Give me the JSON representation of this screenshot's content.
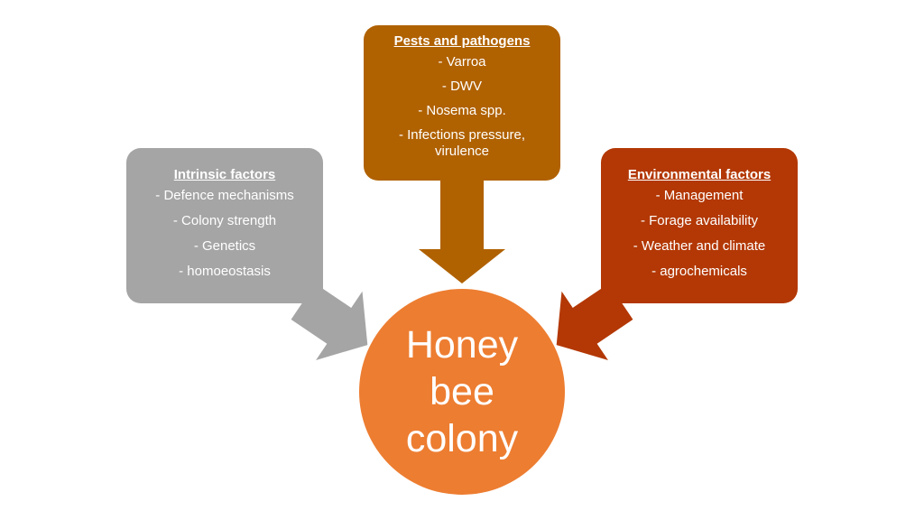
{
  "colors": {
    "intrinsic": "#a5a5a5",
    "pests": "#b06100",
    "environmental": "#b33805",
    "center": "#ed7d31"
  },
  "boxes": {
    "intrinsic": {
      "title": "Intrinsic factors",
      "items": [
        "- Defence mechanisms",
        "- Colony strength",
        "- Genetics",
        "- homoeostasis"
      ]
    },
    "pests": {
      "title": "Pests and pathogens",
      "items": [
        "- Varroa",
        "- DWV",
        "- Nosema spp.",
        "- Infections pressure, virulence"
      ]
    },
    "environmental": {
      "title": "Environmental factors",
      "items": [
        "- Management",
        "- Forage availability",
        "- Weather and climate",
        "- agrochemicals"
      ]
    }
  },
  "center": {
    "label": "Honey bee colony"
  }
}
